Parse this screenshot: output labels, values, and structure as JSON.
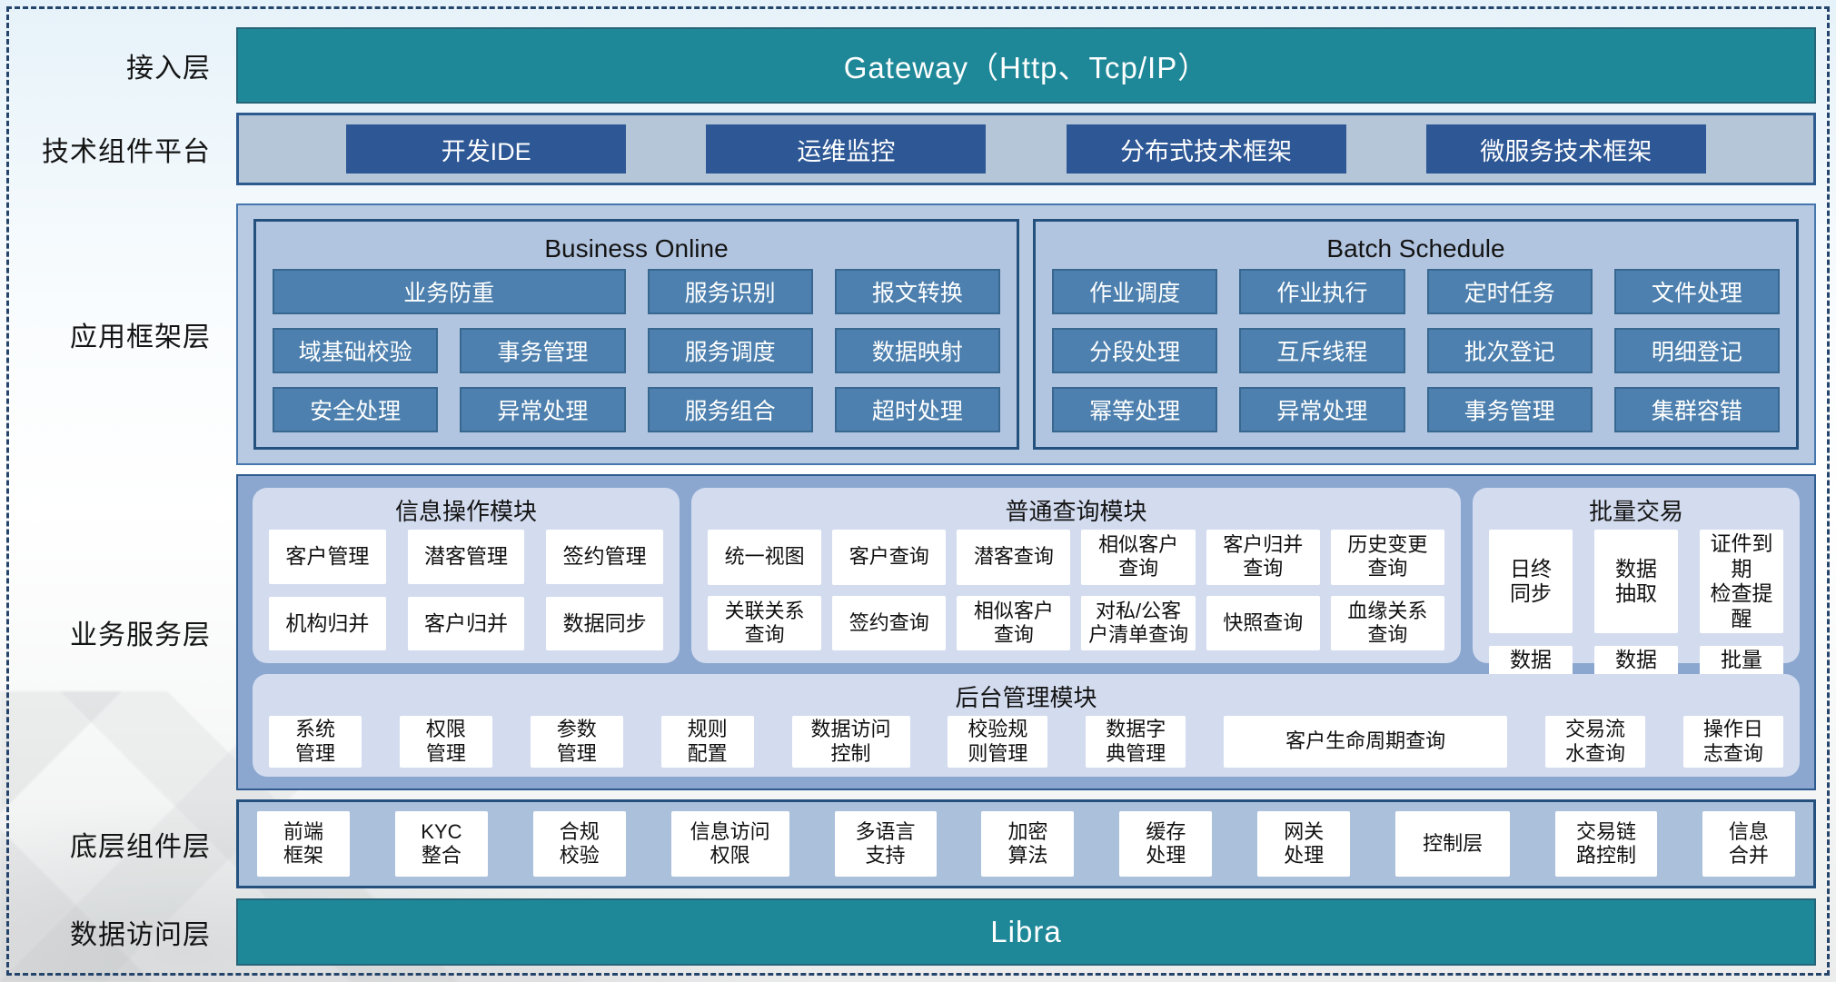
{
  "colors": {
    "teal": "#1f8898",
    "dark_blue_button": "#2d5795",
    "steel_blue_button": "#4d80ae",
    "band_blue": "#8ca7cf",
    "panel_light": "#d3dcef"
  },
  "access": {
    "label": "接入层",
    "bar_text": "Gateway（Http、Tcp/IP）"
  },
  "tech": {
    "label": "技术组件平台",
    "buttons": [
      "开发IDE",
      "运维监控",
      "分布式技术框架",
      "微服务技术框架"
    ]
  },
  "app_framework": {
    "label": "应用框架层",
    "groups": [
      {
        "title": "Business Online",
        "items": [
          "业务防重",
          "服务识别",
          "报文转换",
          "域基础校验",
          "事务管理",
          "服务调度",
          "数据映射",
          "安全处理",
          "异常处理",
          "服务组合",
          "超时处理"
        ]
      },
      {
        "title": "Batch Schedule",
        "items": [
          "作业调度",
          "作业执行",
          "定时任务",
          "文件处理",
          "分段处理",
          "互斥线程",
          "批次登记",
          "明细登记",
          "幂等处理",
          "异常处理",
          "事务管理",
          "集群容错"
        ]
      }
    ]
  },
  "business": {
    "label": "业务服务层",
    "modules": [
      {
        "title": "信息操作模块",
        "items": [
          "客户管理",
          "潜客管理",
          "签约管理",
          "机构归并",
          "客户归并",
          "数据同步"
        ]
      },
      {
        "title": "普通查询模块",
        "items": [
          "统一视图",
          "客户查询",
          "潜客查询",
          "相似客户\n查询",
          "客户归并\n查询",
          "历史变更\n查询",
          "关联关系\n查询",
          "签约查询",
          "相似客户\n查询",
          "对私/公客\n户清单查询",
          "快照查询",
          "血缘关系\n查询"
        ]
      },
      {
        "title": "批量交易",
        "items": [
          "日终\n同步",
          "数据\n抽取",
          "证件到期\n检查提醒",
          "数据\n转换",
          "数据\n装载",
          "批量\n开户"
        ]
      }
    ],
    "admin": {
      "title": "后台管理模块",
      "items": [
        "系统\n管理",
        "权限\n管理",
        "参数\n管理",
        "规则\n配置",
        "数据访问\n控制",
        "校验规\n则管理",
        "数据字\n典管理",
        "客户生命周期查询",
        "交易流\n水查询",
        "操作日\n志查询"
      ]
    }
  },
  "base": {
    "label": "底层组件层",
    "items": [
      "前端\n框架",
      "KYC\n整合",
      "合规\n校验",
      "信息访问\n权限",
      "多语言\n支持",
      "加密\n算法",
      "缓存\n处理",
      "网关\n处理",
      "控制层",
      "交易链\n路控制",
      "信息\n合并"
    ]
  },
  "data_access": {
    "label": "数据访问层",
    "bar_text": "Libra"
  }
}
